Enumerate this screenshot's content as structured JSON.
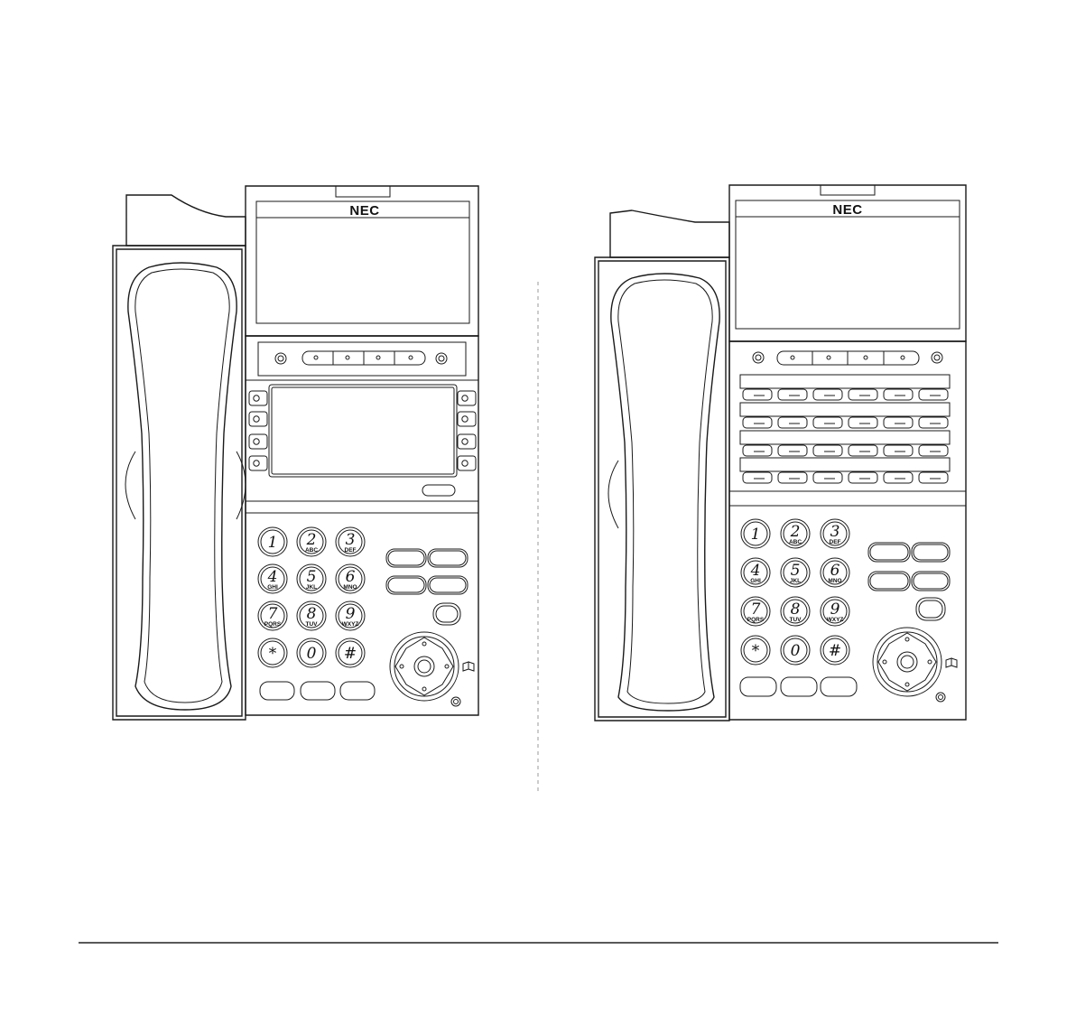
{
  "brand": "NEC",
  "keypad": [
    {
      "digit": "1",
      "letters": ""
    },
    {
      "digit": "2",
      "letters": "ABC"
    },
    {
      "digit": "3",
      "letters": "DEF"
    },
    {
      "digit": "4",
      "letters": "GHI"
    },
    {
      "digit": "5",
      "letters": "JKL"
    },
    {
      "digit": "6",
      "letters": "MNO"
    },
    {
      "digit": "7",
      "letters": "PQRS"
    },
    {
      "digit": "8",
      "letters": "TUV"
    },
    {
      "digit": "9",
      "letters": "WXYZ"
    },
    {
      "digit": "*",
      "letters": ""
    },
    {
      "digit": "0",
      "letters": ""
    },
    {
      "digit": "#",
      "letters": ""
    }
  ],
  "phones": [
    {
      "model": "left",
      "feature_area": "display-with-side-keys"
    },
    {
      "model": "right",
      "feature_area": "line-key-rows"
    }
  ]
}
